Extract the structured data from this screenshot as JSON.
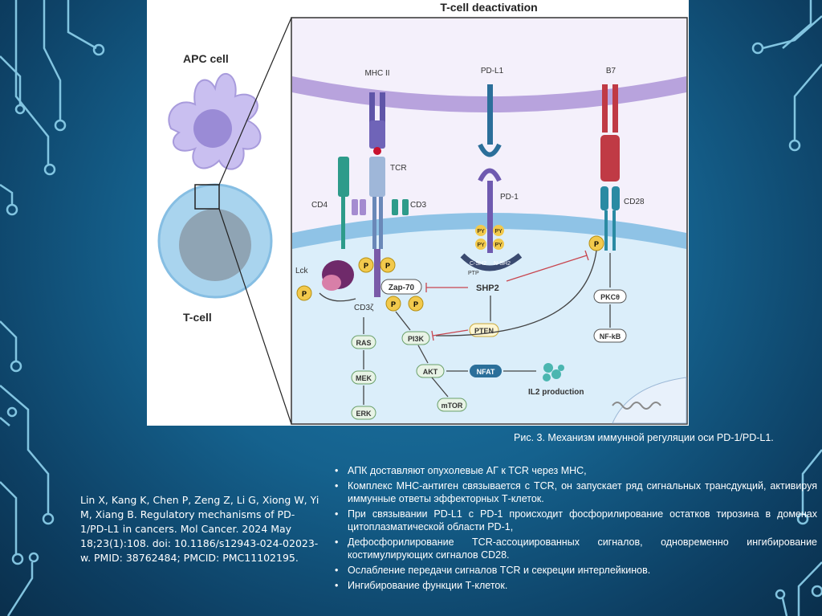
{
  "figure": {
    "title": "T-cell deactivation",
    "apc_label": "APC cell",
    "tcell_label": "T-cell",
    "labels": {
      "mhc": "MHC II",
      "pdl1": "PD-L1",
      "b7": "B7",
      "tcr": "TCR",
      "cd4": "CD4",
      "cd3": "CD3",
      "pd1": "PD-1",
      "cd28": "CD28",
      "lck": "Lck",
      "zap70": "Zap-70",
      "cd3z": "CD3ζ",
      "shp2": "SHP2",
      "csh2": "C-SH2",
      "nsh2": "N-SH2",
      "ptp": "PTP",
      "py": "PY",
      "p": "P",
      "pten": "PTEN",
      "pi3k": "PI3K",
      "ras": "RAS",
      "mek": "MEK",
      "erk": "ERK",
      "akt": "AKT",
      "mtor": "mTOR",
      "nfat": "NFAT",
      "il2": "IL2 production",
      "pkc": "PKCθ",
      "nfkb": "NF-kB"
    }
  },
  "caption": "Рис. 3. Механизм иммунной регуляции оси PD-1/PD-L1.",
  "reference": "Lin X, Kang K, Chen P, Zeng Z, Li G, Xiong W, Yi M, Xiang B. Regulatory mechanisms of PD-1/PD-L1 in cancers. Mol Cancer. 2024 May 18;23(1):108. doi: 10.1186/s12943-024-02023-w. PMID: 38762484; PMCID: PMC11102195.",
  "bullet_char": "•",
  "bullets": [
    "АПК доставляют опухолевые АГ к TCR через МНС,",
    "Комплекс МНС-антиген связывается с TCR, он запускает ряд сигнальных трансдукций, активируя иммунные ответы эффекторных Т-клеток.",
    "При связывании PD-L1 с PD-1 происходит фосфорилирование остатков тирозина в доменах цитоплазматической области PD-1,",
    "Дефосфорилирование TCR-ассоциированных сигналов, одновременно ингибирование костимулирующих сигналов CD28.",
    "Ослабление передачи сигналов TCR и секреции интерлейкинов.",
    "Ингибирование функции Т-клеток."
  ]
}
